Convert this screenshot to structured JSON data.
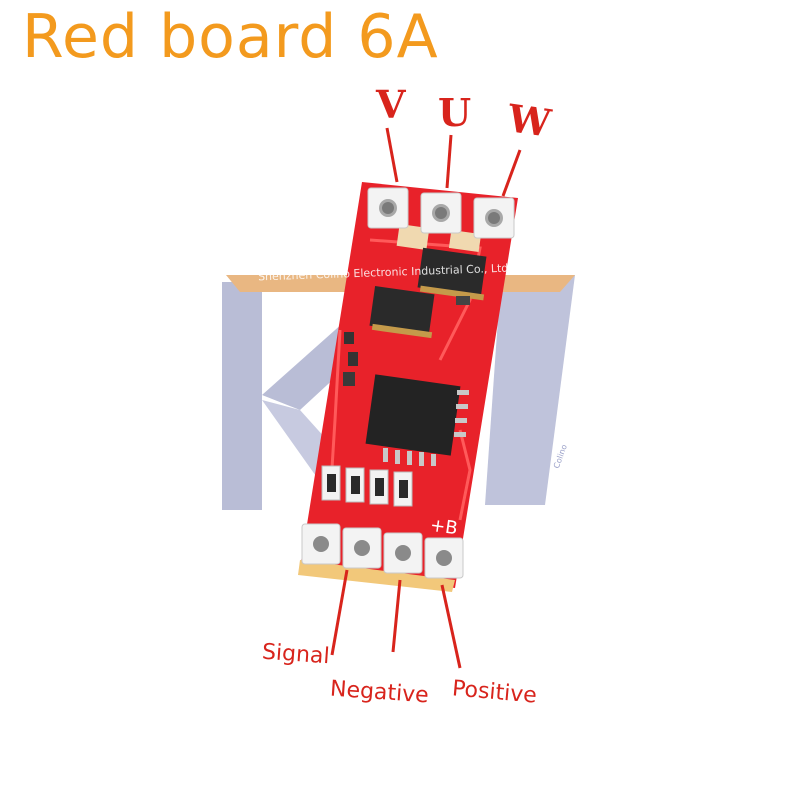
{
  "title": "Red board 6A",
  "phases": {
    "v": "V",
    "u": "U",
    "w": "W"
  },
  "pins": {
    "signal": "Signal",
    "negative": "Negative",
    "positive": "Positive"
  },
  "silkscreen": {
    "plus_b": "+B"
  },
  "watermark": {
    "company": "Shenzhen Colino Electronic Industrial Co., Ltd.",
    "brand": "Colino"
  },
  "colors": {
    "title": "#f39a1e",
    "labels": "#d8241c",
    "board": "#e8222a",
    "logo": "#b9bdd6"
  }
}
